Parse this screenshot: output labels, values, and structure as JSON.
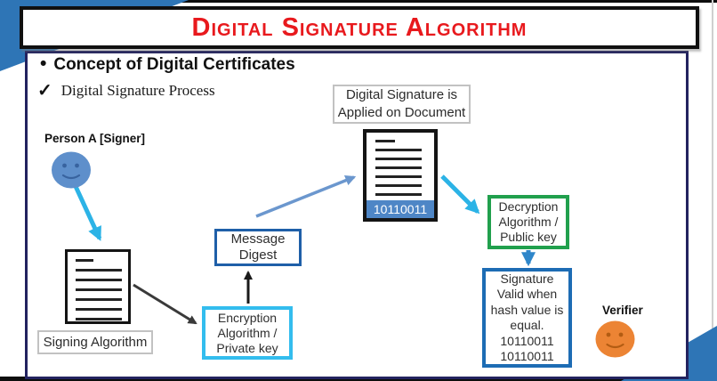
{
  "title": "Digital Signature Algorithm",
  "content": {
    "bullet": "•",
    "heading": "Concept of Digital Certificates",
    "check": "✓",
    "subheading": "Digital Signature Process"
  },
  "diagram": {
    "signer_label": "Person A [Signer]",
    "signing_box": "Signing Algorithm",
    "applied_box": {
      "lines": [
        "Digital Signature is",
        "Applied on Document"
      ]
    },
    "signed_doc_hash": "10110011",
    "message_digest_box": {
      "lines": [
        "Message",
        "Digest"
      ]
    },
    "encryption_box": {
      "lines": [
        "Encryption",
        "Algorithm /",
        "Private key"
      ]
    },
    "decryption_box": {
      "lines": [
        "Decryption",
        "Algorithm /",
        "Public key"
      ]
    },
    "signature_box": {
      "lines": [
        "Signature",
        "Valid when",
        "hash value is",
        "equal.",
        "10110011",
        "10110011"
      ]
    },
    "verifier_label": "Verifier"
  },
  "icons": {
    "signer_face": "blue-smiley-face",
    "verifier_face": "orange-smiley-face",
    "documents": "document-with-text-lines"
  },
  "colors": {
    "title_red": "#e8191d",
    "frame_navy": "#23235f",
    "corner_triangle_blue": "#2e75b6",
    "cyan_arrow": "#2cb3e6",
    "steel_arrow": "#6b97ce",
    "dark_arrow": "#3a3a3a",
    "digest_border": "#1f5fa8",
    "encryption_border": "#33bdee",
    "decryption_border": "#21a04d",
    "signature_border": "#1d6cb4",
    "hash_strip_blue": "#4e86c6",
    "signer_face_blue": "#5e8fcb",
    "verifier_face_orange": "#ec8434"
  }
}
